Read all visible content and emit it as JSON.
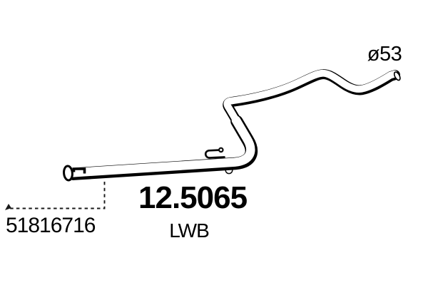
{
  "drawing": {
    "part_number": "12.5065",
    "variant": "LWB",
    "oem_number": "51816716",
    "diameter_label": "ø53"
  },
  "colors": {
    "ink": "#000000",
    "paper": "#ffffff"
  }
}
